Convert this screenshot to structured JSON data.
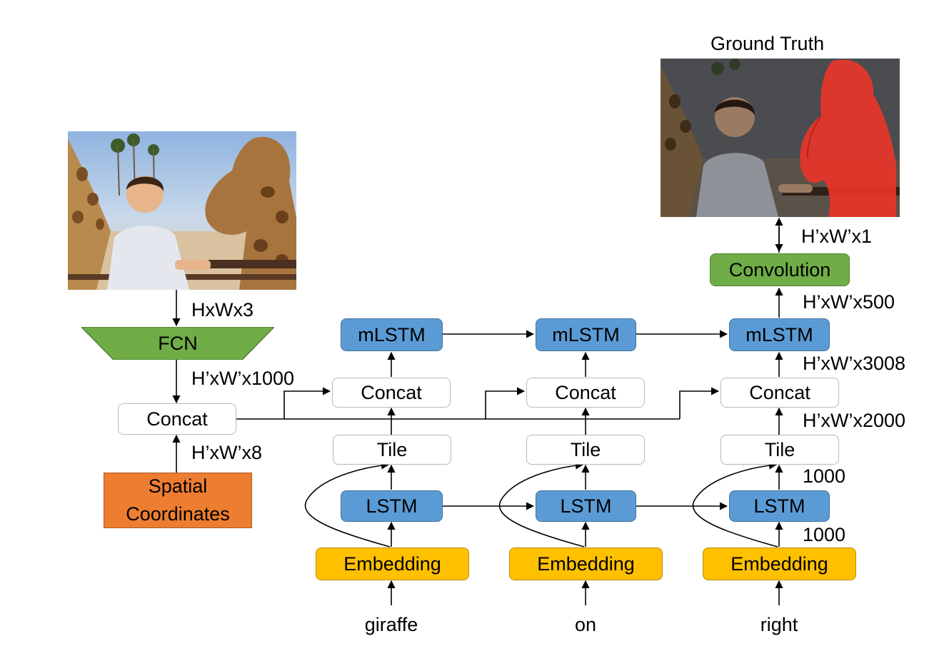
{
  "ground_truth_title": "Ground Truth",
  "fcn_label": "FCN",
  "image_concat_label": "Concat",
  "spatial_label_line1": "Spatial",
  "spatial_label_line2": "Coordinates",
  "convolution_label": "Convolution",
  "dims": {
    "input": "HxWx3",
    "fcn_out": "H’xW’x1000",
    "spatial": "H’xW’x8",
    "output": "H’xW’x1",
    "mlstm_out": "H’xW’x500",
    "concat_out": "H’xW’x3008",
    "tile_out": "H’xW’x2000",
    "lstm_out": "1000",
    "embed_out": "1000"
  },
  "columns": [
    {
      "word": "giraffe",
      "embedding": "Embedding",
      "lstm": "LSTM",
      "tile": "Tile",
      "concat": "Concat",
      "mlstm": "mLSTM"
    },
    {
      "word": "on",
      "embedding": "Embedding",
      "lstm": "LSTM",
      "tile": "Tile",
      "concat": "Concat",
      "mlstm": "mLSTM"
    },
    {
      "word": "right",
      "embedding": "Embedding",
      "lstm": "LSTM",
      "tile": "Tile",
      "concat": "Concat",
      "mlstm": "mLSTM"
    }
  ],
  "colors": {
    "lstm": "#5b9bd5",
    "embedding": "#ffc000",
    "fcn": "#70ad47",
    "convolution": "#70ad47",
    "spatial": "#ed7d31",
    "mask": "#e8352a"
  }
}
